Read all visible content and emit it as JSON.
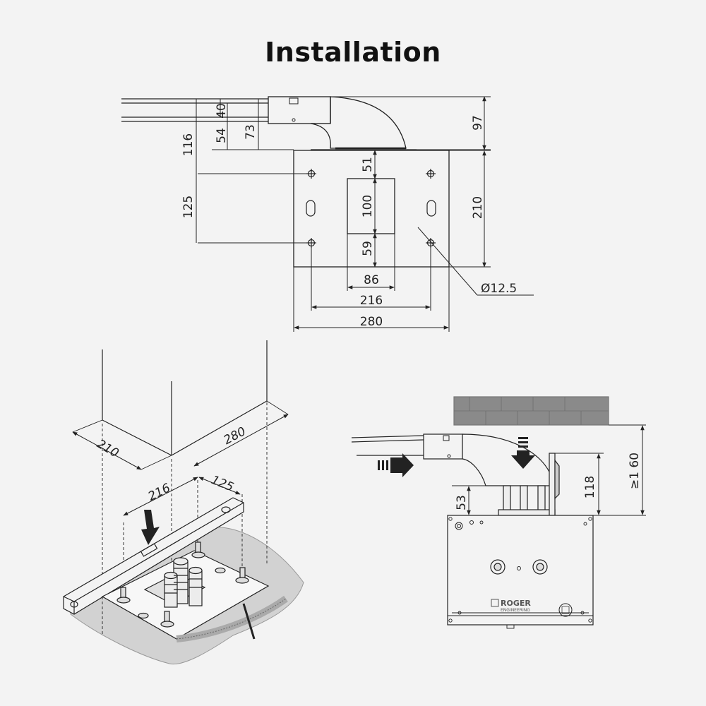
{
  "title": "Installation",
  "top_view": {
    "dims": {
      "d40": "40",
      "d54": "54",
      "d73": "73",
      "d116": "116",
      "d125": "125",
      "d97": "97",
      "d210": "210",
      "d51": "51",
      "d100": "100",
      "d59": "59",
      "d86": "86",
      "d216": "216",
      "d280": "280",
      "hole": "Ø12.5"
    }
  },
  "iso_view": {
    "dims": {
      "d210": "210",
      "d280": "280",
      "d216": "216",
      "d125": "125"
    }
  },
  "side_view": {
    "dims": {
      "d53": "53",
      "d118": "118",
      "d160": "≥1 60"
    },
    "brand": {
      "name": "ROGER",
      "sub": "ENGINEERING"
    }
  },
  "colors": {
    "line": "#222222",
    "wall": "#8a8a8a",
    "ground": "#d2d2d2",
    "bg": "#f3f3f3"
  }
}
